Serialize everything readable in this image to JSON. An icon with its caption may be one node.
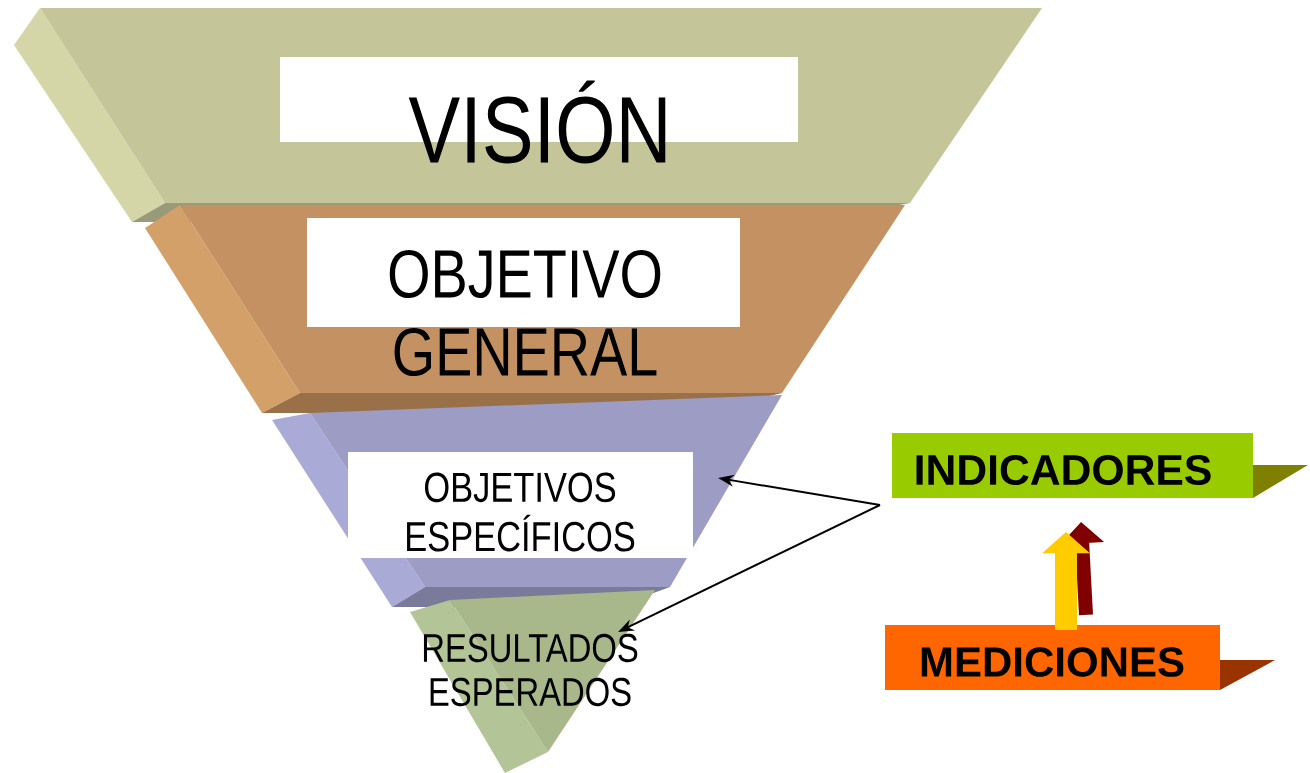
{
  "diagram": {
    "nodes": [
      {
        "text": [
          "VISIÓN"
        ]
      },
      {
        "text": [
          "OBJETIVO GENERAL"
        ]
      },
      {
        "text": [
          "OBJETIVOS ESPECÍFICOS"
        ]
      },
      {
        "text": [
          "RESULTADOS ESPERADOS"
        ]
      },
      {
        "text": [
          "INDICADORES"
        ]
      },
      {
        "text": [
          "MEDICIONES"
        ]
      }
    ],
    "edges": [
      {
        "from": 4,
        "to": 2,
        "arrow": "to"
      },
      {
        "from": 4,
        "to": 3,
        "arrow": "to"
      },
      {
        "from": 5,
        "to": 4,
        "arrow": "to",
        "style": "thick",
        "color": "#ffcc00"
      }
    ]
  }
}
